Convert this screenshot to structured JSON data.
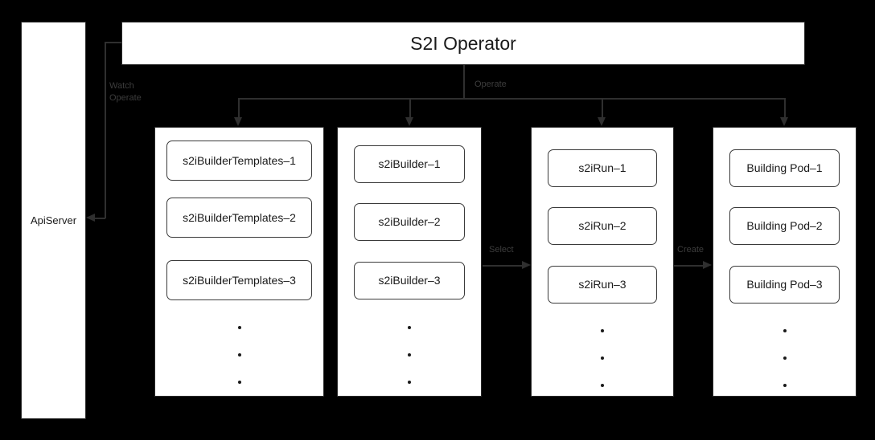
{
  "diagram": {
    "title": "S2I Operator",
    "background_color": "#000000",
    "node_fill": "#ffffff",
    "stroke_color": "#2f2f2f",
    "label_color": "#3d3d3d"
  },
  "operator": {
    "label": "S2I Operator"
  },
  "apiserver": {
    "label": "ApiServer"
  },
  "edges": {
    "watch": "Watch",
    "operate_left": "Operate",
    "operate_top": "Operate",
    "select": "Select",
    "create": "Create"
  },
  "columns": [
    {
      "name": "s2ibuildertemplates",
      "items": [
        "s2iBuilderTemplates–1",
        "s2iBuilderTemplates–2",
        "s2iBuilderTemplates–3"
      ],
      "ellipsis": 3
    },
    {
      "name": "s2ibuilder",
      "items": [
        "s2iBuilder–1",
        "s2iBuilder–2",
        "s2iBuilder–3"
      ],
      "ellipsis": 3
    },
    {
      "name": "s2irun",
      "items": [
        "s2iRun–1",
        "s2iRun–2",
        "s2iRun–3"
      ],
      "ellipsis": 3
    },
    {
      "name": "building-pod",
      "items": [
        "Building Pod–1",
        "Building Pod–2",
        "Building Pod–3"
      ],
      "ellipsis": 3
    }
  ]
}
